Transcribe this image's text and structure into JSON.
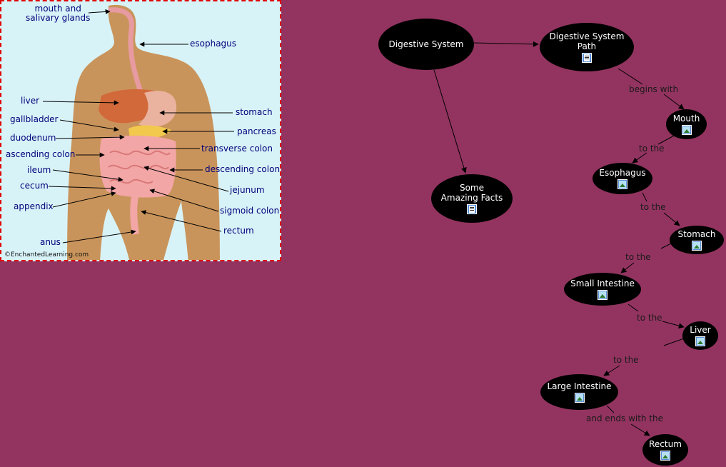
{
  "anatomy": {
    "labels": {
      "mouth": "mouth and\nsalivary glands",
      "esophagus": "esophagus",
      "liver": "liver",
      "stomach": "stomach",
      "gallbladder": "gallbladder",
      "duodenum": "duodenum",
      "pancreas": "pancreas",
      "ascending_colon": "ascending colon",
      "transverse_colon": "transverse colon",
      "ileum": "ileum",
      "descending_colon": "descending colon",
      "cecum": "cecum",
      "jejunum": "jejunum",
      "appendix": "appendix",
      "sigmoid_colon": "sigmoid colon",
      "rectum": "rectum",
      "anus": "anus"
    },
    "credit": "©EnchantedLearning.com"
  },
  "concept_map": {
    "nodes": {
      "digestive_system": "Digestive System",
      "path": "Digestive System\nPath",
      "facts": "Some\nAmazing Facts",
      "mouth": "Mouth",
      "esophagus": "Esophagus",
      "stomach": "Stomach",
      "small_intestine": "Small Intestine",
      "liver": "Liver",
      "large_intestine": "Large Intestine",
      "rectum": "Rectum"
    },
    "links": {
      "begins_with": "begins with",
      "to_the_1": "to the",
      "to_the_2": "to the",
      "to_the_3": "to the",
      "to_the_4": "to the",
      "to_the_5": "to the",
      "ends_with": "and ends with the"
    }
  }
}
